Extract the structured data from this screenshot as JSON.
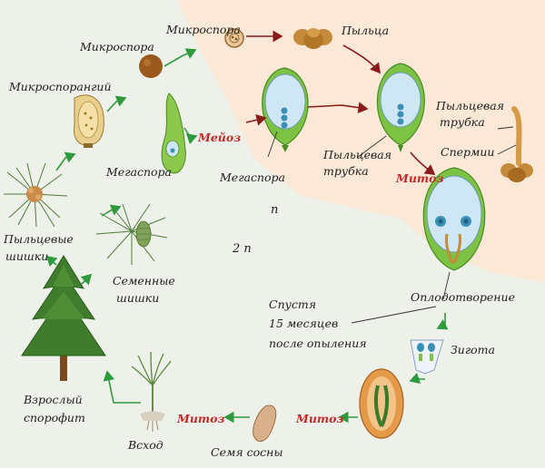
{
  "colors": {
    "haploid_background": "#fbe8d6",
    "diploid_background": "#eef1e9",
    "green_arrow": "#2e9a3e",
    "red_arrow": "#8b1a1a",
    "meiosis_mitosis_text": "#c62828",
    "ovule_green": "#7cc243"
  },
  "icons": [
    "microspore-icon",
    "pollen-icon",
    "ovule-icon",
    "pollen-tube-icon",
    "megaspore-icon",
    "microsporangium-icon",
    "pollen-cone-icon",
    "seed-cone-icon",
    "pine-tree-icon",
    "seedling-icon",
    "pine-seed-icon",
    "zygote-icon"
  ],
  "labels": {
    "microspora_top": "Микроспора",
    "microspora_left": "Микроспора",
    "pyltsa": "Пыльца",
    "microsporangium": "Микроспорангий",
    "meyoz": "Мейоз",
    "megaspora_left": "Мегаспора",
    "megaspora_center": "Мегаспора",
    "pollen_tube_mid_1": "Пыльцевая",
    "pollen_tube_mid_2": "трубка",
    "pollen_tube_right_1": "Пыльцевая",
    "pollen_tube_right_2": "трубка",
    "spermii": "Спермии",
    "mitoz_top": "Митоз",
    "haploid": "n",
    "diploid": "2 n",
    "pollen_cones_1": "Пыльцевые",
    "pollen_cones_2": "шишки",
    "seed_cones_1": "Семенные",
    "seed_cones_2": "шишки",
    "oplodotvorenie": "Оплодотворение",
    "after_1": "Спустя",
    "after_2": "15 месяцев",
    "after_3": "после опыления",
    "zigota": "Зигота",
    "adult_1": "Взрослый",
    "adult_2": "спорофит",
    "vskhod": "Всход",
    "mitoz_left": "Митоз",
    "mitoz_right": "Митоз",
    "seed": "Семя сосны"
  }
}
